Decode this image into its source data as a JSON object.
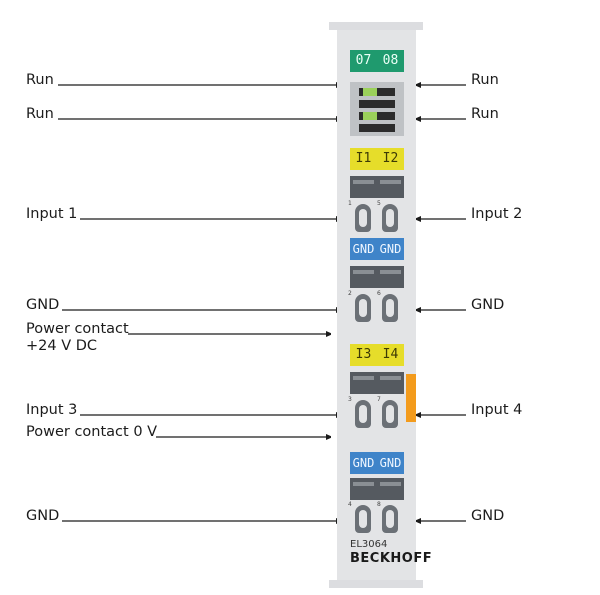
{
  "labels": {
    "left": {
      "run_1": "Run",
      "run_2": "Run",
      "input_1": "Input 1",
      "gnd_1": "GND",
      "power_plus_line1": "Power contact",
      "power_plus_line2": "+24 V DC",
      "input_3": "Input 3",
      "power_zero": "Power contact 0 V",
      "gnd_3": "GND"
    },
    "right": {
      "run_1": "Run",
      "run_2": "Run",
      "input_2": "Input 2",
      "gnd_2": "GND",
      "input_4": "Input 4",
      "gnd_4": "GND"
    }
  },
  "module": {
    "led_tabs": [
      "07",
      "08"
    ],
    "input_tabs_top": [
      "I1",
      "I2"
    ],
    "gnd_tabs_top": [
      "GND",
      "GND"
    ],
    "input_tabs_bottom": [
      "I3",
      "I4"
    ],
    "gnd_tabs_bottom": [
      "GND",
      "GND"
    ],
    "terminal_numbers": [
      "1",
      "5",
      "2",
      "6",
      "3",
      "7",
      "4",
      "8"
    ],
    "model": "EL3064",
    "brand": "BECKHOFF"
  },
  "colors": {
    "led_tab": "#1f9a6e",
    "input_tab": "#e6dd2a",
    "gnd_tab": "#3f84c9",
    "housing": "#e3e4e6",
    "accent_orange": "#f39b1c"
  }
}
